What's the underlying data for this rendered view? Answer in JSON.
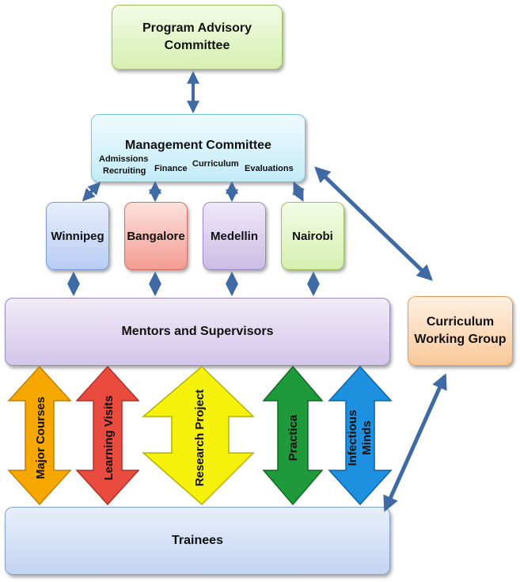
{
  "program_advisory": {
    "line1": "Program  Advisory",
    "line2": "Committee"
  },
  "management": {
    "title": "Management Committee",
    "admissions": "Admissions",
    "recruiting": "Recruiting",
    "finance": "Finance",
    "curriculum": "Curriculum",
    "evaluations": "Evaluations"
  },
  "sites": {
    "winnipeg": "Winnipeg",
    "bangalore": "Bangalore",
    "medellin": "Medellin",
    "nairobi": "Nairobi"
  },
  "mentors": "Mentors and Supervisors",
  "curriculum_working_group": {
    "line1": "Curriculum",
    "line2": "Working Group"
  },
  "trainees": "Trainees",
  "components": {
    "major_courses": "Major Courses",
    "learning_visits": "Learning Visits",
    "research_project": "Research Project",
    "practica": "Practica",
    "infectious_minds_1": "Infectious",
    "infectious_minds_2": "Minds"
  },
  "colors": {
    "connector": "#3f6aa3",
    "major_courses": "#f7a800",
    "learning_visits": "#ea4b3f",
    "research_project": "#f5f10a",
    "practica": "#1f9a3a",
    "infectious_minds": "#1e90e0"
  }
}
